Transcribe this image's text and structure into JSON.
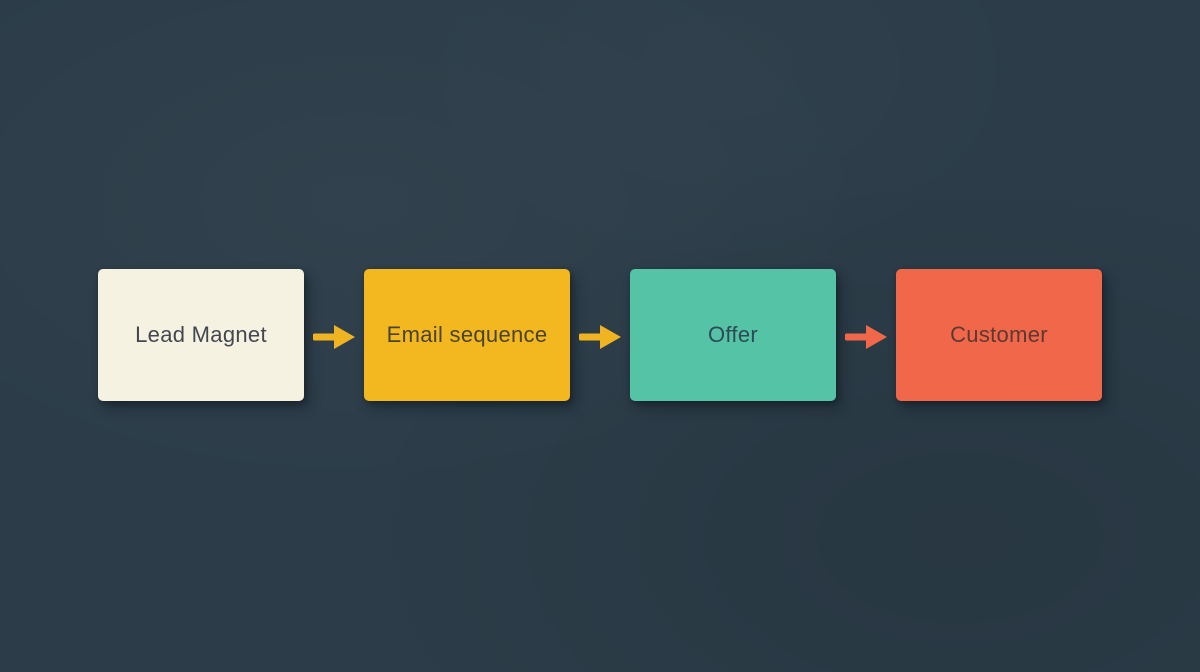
{
  "diagram": {
    "type": "flow",
    "background_color": "#2c3d49",
    "steps": [
      {
        "label": "Lead Magnet",
        "box_color": "#f6f2e2",
        "text_color": "#434850"
      },
      {
        "label": "Email sequence",
        "box_color": "#f3b71f",
        "text_color": "#4a4330"
      },
      {
        "label": "Offer",
        "box_color": "#55c3a6",
        "text_color": "#2e4a55"
      },
      {
        "label": "Customer",
        "box_color": "#f1674a",
        "text_color": "#5c3a33"
      }
    ],
    "arrows": [
      {
        "color": "#f0b321"
      },
      {
        "color": "#f0b321"
      },
      {
        "color": "#f1674a"
      }
    ]
  }
}
